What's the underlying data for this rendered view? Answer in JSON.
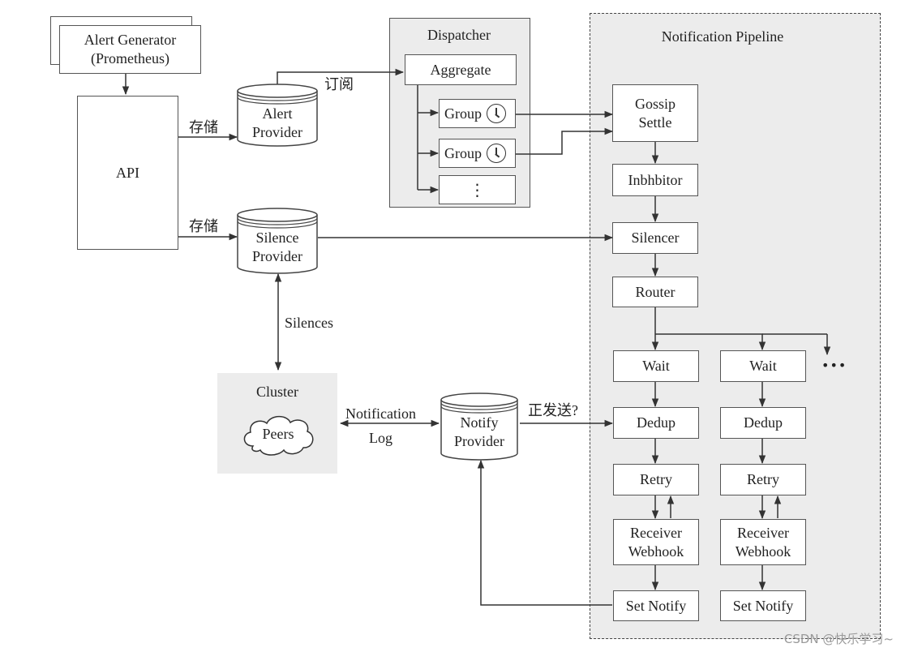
{
  "alert_generator": {
    "label": "Alert Generator\n(Prometheus)"
  },
  "api": {
    "label": "API"
  },
  "edges": {
    "store_1": "存储",
    "store_2": "存储",
    "subscribe": "订阅",
    "silences": "Silences",
    "notification_log": "Notification\nLog",
    "sending": "正发送?"
  },
  "alert_provider": {
    "label": "Alert\nProvider"
  },
  "silence_provider": {
    "label": "Silence\nProvider"
  },
  "notify_provider": {
    "label": "Notify\nProvider"
  },
  "cluster": {
    "title": "Cluster",
    "peers": "Peers"
  },
  "dispatcher": {
    "title": "Dispatcher",
    "aggregate": "Aggregate",
    "group_1": "Group",
    "group_2": "Group",
    "more": "⋮",
    "clock_icon": "clock-icon"
  },
  "pipeline": {
    "title": "Notification Pipeline",
    "gossip_settle": "Gossip\nSettle",
    "inhibitor": "Inbhbitor",
    "silencer": "Silencer",
    "router": "Router",
    "col1": {
      "wait": "Wait",
      "dedup": "Dedup",
      "retry": "Retry",
      "receiver": "Receiver\nWebhook",
      "set_notify": "Set Notify"
    },
    "col2": {
      "wait": "Wait",
      "dedup": "Dedup",
      "retry": "Retry",
      "receiver": "Receiver\nWebhook",
      "set_notify": "Set Notify"
    },
    "more": "•••"
  },
  "watermark": "CSDN @快乐学习~",
  "colors": {
    "line": "#333333",
    "box_border": "#555555",
    "shaded": "#ececec"
  }
}
